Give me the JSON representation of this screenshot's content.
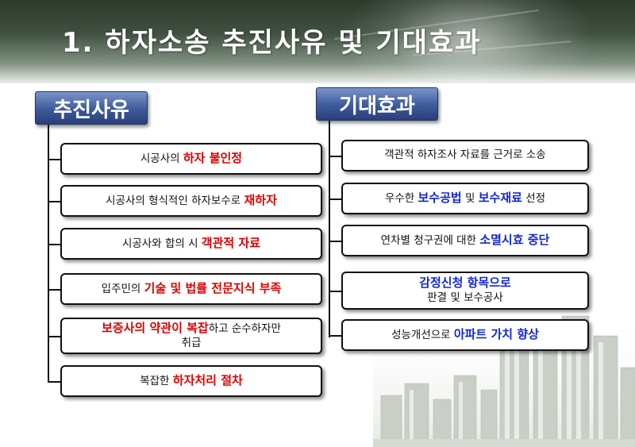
{
  "title": "1. 하자소송 추진사유 및 기대효과",
  "left": {
    "heading": "추진사유",
    "items": [
      {
        "lines": [
          [
            {
              "t": "시공사의 ",
              "c": "blk"
            },
            {
              "t": "하자 불인정",
              "c": "red"
            }
          ]
        ]
      },
      {
        "lines": [
          [
            {
              "t": "시공사의 형식적인 하자보수로  ",
              "c": "blk"
            },
            {
              "t": "재하자",
              "c": "red"
            }
          ]
        ]
      },
      {
        "lines": [
          [
            {
              "t": "시공사와 합의 시 ",
              "c": "blk"
            },
            {
              "t": "객관적 자료",
              "c": "red"
            }
          ]
        ]
      },
      {
        "lines": [
          [
            {
              "t": "입주민의 ",
              "c": "blk"
            },
            {
              "t": "기술 및 법률 전문지식 부족",
              "c": "red"
            }
          ]
        ]
      },
      {
        "lines": [
          [
            {
              "t": "보증사의 약관이 복잡",
              "c": "red"
            },
            {
              "t": "하고 순수하자만",
              "c": "blk"
            }
          ],
          [
            {
              "t": "취급",
              "c": "blk"
            }
          ]
        ]
      },
      {
        "lines": [
          [
            {
              "t": "복잡한 ",
              "c": "blk"
            },
            {
              "t": "하자처리 절차",
              "c": "red"
            }
          ]
        ]
      }
    ]
  },
  "right": {
    "heading": "기대효과",
    "items": [
      {
        "lines": [
          [
            {
              "t": "객관적 하자조사 자료를 근거로 소송",
              "c": "blk"
            }
          ]
        ]
      },
      {
        "lines": [
          [
            {
              "t": "우수한 ",
              "c": "blk"
            },
            {
              "t": "보수공법",
              "c": "blue"
            },
            {
              "t": " 및 ",
              "c": "blk"
            },
            {
              "t": "보수재료",
              "c": "blue"
            },
            {
              "t": " 선정",
              "c": "blk"
            }
          ]
        ]
      },
      {
        "lines": [
          [
            {
              "t": "연차별 청구권에 대한 ",
              "c": "blk"
            },
            {
              "t": "소멸시효 중단",
              "c": "blue"
            }
          ]
        ]
      },
      {
        "lines": [
          [
            {
              "t": "감정신청 항목으로",
              "c": "blue"
            }
          ],
          [
            {
              "t": "판결 및 보수공사",
              "c": "blk"
            }
          ]
        ]
      },
      {
        "lines": [
          [
            {
              "t": "성능개선으로 ",
              "c": "blk"
            },
            {
              "t": "아파트 가치 향상",
              "c": "blue"
            }
          ]
        ]
      }
    ]
  },
  "colors": {
    "red": "#e00000",
    "blue": "#1428d6",
    "heading_bg": "#3d5a9a"
  }
}
